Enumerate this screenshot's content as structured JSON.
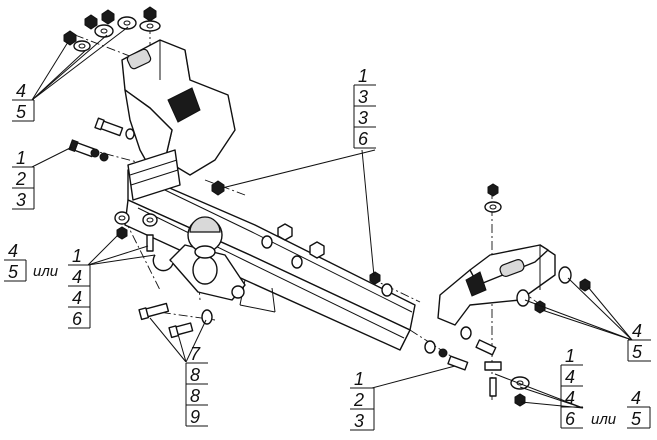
{
  "callouts": {
    "top_left": {
      "items": [
        "4",
        "5"
      ]
    },
    "left_bolt": {
      "items": [
        "1",
        "2",
        "3"
      ]
    },
    "left_alt_a": {
      "items": [
        "4",
        "5"
      ],
      "or": "или"
    },
    "left_alt_b": {
      "items": [
        "1",
        "4",
        "4",
        "6"
      ]
    },
    "top_middle": {
      "items": [
        "1",
        "3",
        "3",
        "6"
      ]
    },
    "bottom_left": {
      "items": [
        "7",
        "8",
        "8",
        "9"
      ]
    },
    "bottom_middle": {
      "items": [
        "1",
        "2",
        "3"
      ]
    },
    "bottom_right_a": {
      "items": [
        "1",
        "4",
        "4",
        "6"
      ],
      "or": "или"
    },
    "bottom_right_b": {
      "items": [
        "4",
        "5"
      ]
    },
    "right": {
      "items": [
        "4",
        "5"
      ]
    }
  },
  "colors": {
    "line": "#111111",
    "background": "#ffffff",
    "shade": "#d9d9d9"
  }
}
